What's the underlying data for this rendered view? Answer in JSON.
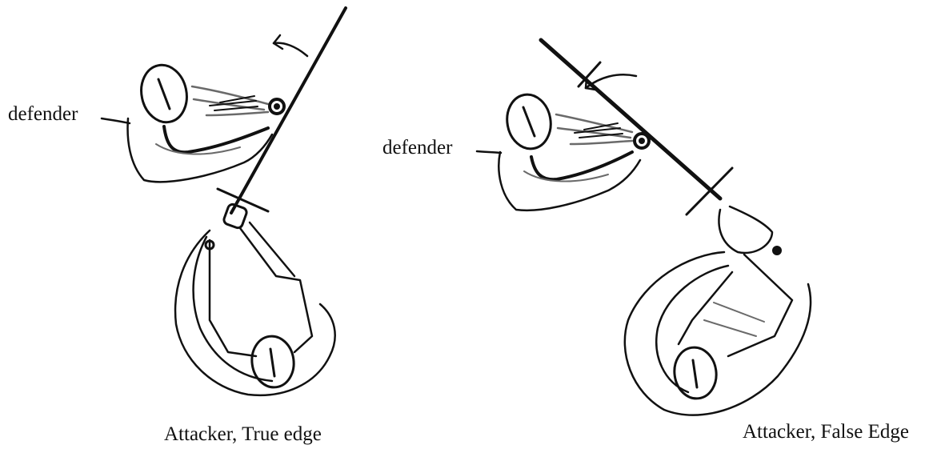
{
  "figure": {
    "left": {
      "defender_label": "defender",
      "caption": "Attacker, True edge"
    },
    "right": {
      "defender_label": "defender",
      "caption": "Attacker, False Edge"
    }
  },
  "colors": {
    "ink": "#111111",
    "shading": "#6a6a6a",
    "background": "#ffffff"
  }
}
